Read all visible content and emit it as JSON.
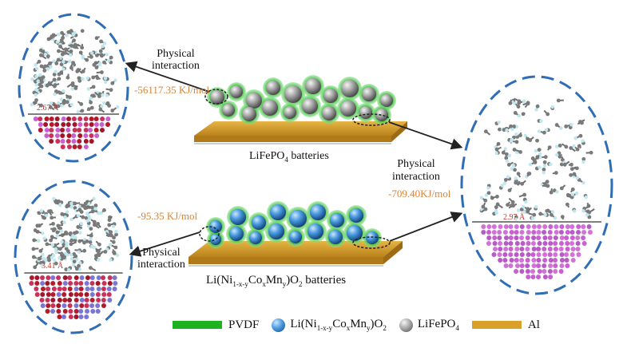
{
  "labels": {
    "lfp_battery_prefix": "LiFePO",
    "lfp_battery_sub": "4",
    "lfp_battery_suffix": " batteries",
    "ncm_battery_li": "Li(Ni",
    "ncm_battery_sub1": "1-x-y",
    "ncm_battery_co": "Co",
    "ncm_battery_sub2": "x",
    "ncm_battery_mn": "Mn",
    "ncm_battery_sub3": "y",
    "ncm_battery_o": ")O",
    "ncm_battery_sub4": "2",
    "ncm_battery_suffix": " batteries",
    "physical_interaction": "Physical interaction",
    "physical": "Physical",
    "interaction": "interaction"
  },
  "energies": {
    "lfp_left": "-56117.35 KJ/mol",
    "lfp_right": "-709.40KJ/mol",
    "ncm_left": "-95.35 KJ/mol"
  },
  "distances": {
    "top_left": "2.67 Å",
    "bottom_left": "3.41 Å",
    "right": "2.97 Å"
  },
  "legend": {
    "pvdf": "PVDF",
    "ncm_prefix": "Li(Ni",
    "ncm_sub1": "1-x-y",
    "ncm_co": "Co",
    "ncm_sub2": "x",
    "ncm_mn": "Mn",
    "ncm_sub3": "y",
    "ncm_o": ")O",
    "ncm_sub4": "2",
    "lfp_prefix": "LiFePO",
    "lfp_sub": "4",
    "al": "Al"
  },
  "colors": {
    "pvdf_green": "#1eb31e",
    "ncm_blue": "#3d8fd6",
    "lfp_gray": "#8a8a8a",
    "al_gold": "#d9a12a",
    "ellipse_blue": "#2f6db5",
    "energy_orange": "#d8843a",
    "dist_red": "#c0392b",
    "pink_atoms": "#c95fd0",
    "red_atoms": "#b31b2c"
  }
}
